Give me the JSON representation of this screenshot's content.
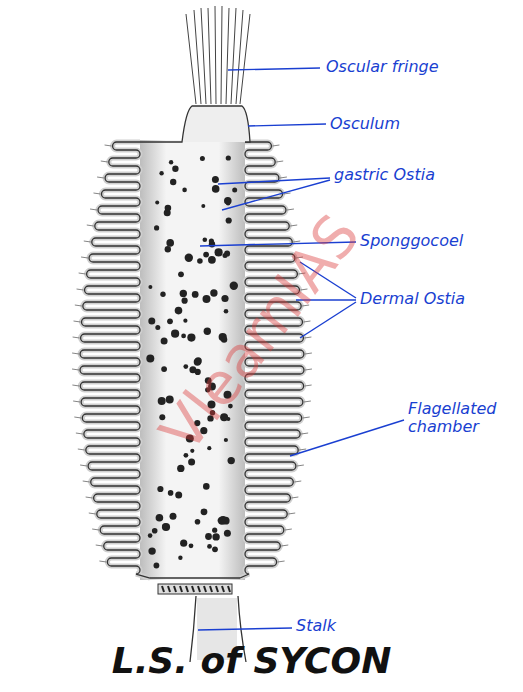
{
  "diagram": {
    "title": "L.S. of SYCON",
    "labels": [
      "Oscular fringe",
      "Osculum",
      "gastric Ostia",
      "Sponggocoel",
      "Dermal Ostia",
      "Flagellated chamber",
      "Stalk",
      "VlearnIAS"
    ]
  }
}
